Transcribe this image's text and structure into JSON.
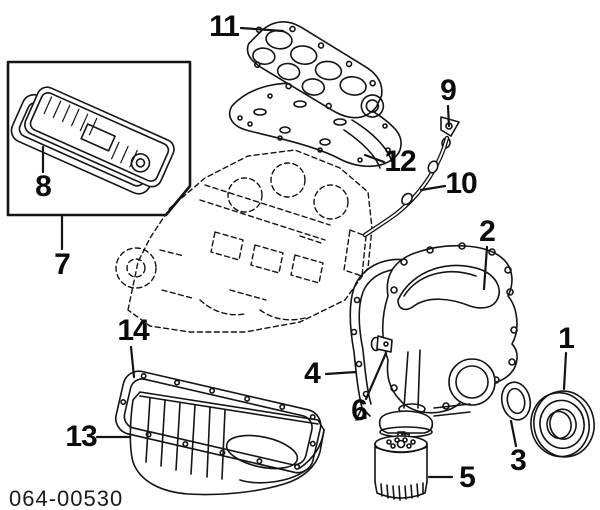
{
  "figure": {
    "code": "064-00530",
    "description": "engine-oil-system-exploded-parts-diagram",
    "callouts": {
      "n1": "1",
      "n2": "2",
      "n3": "3",
      "n4": "4",
      "n5": "5",
      "n6": "6",
      "n7": "7",
      "n8": "8",
      "n9": "9",
      "n10": "10",
      "n11": "11",
      "n12": "12",
      "n13": "13",
      "n14": "14"
    }
  }
}
